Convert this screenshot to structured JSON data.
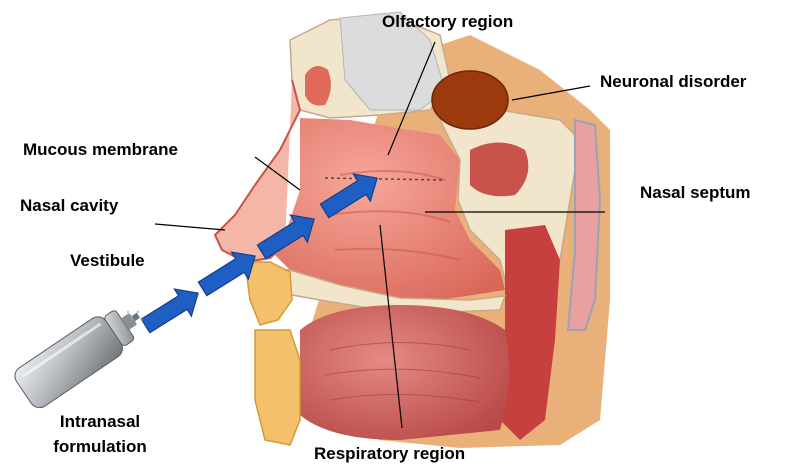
{
  "labels": {
    "olfactory_region": "Olfactory region",
    "neuronal_disorder": "Neuronal disorder",
    "mucous_membrane": "Mucous membrane",
    "nasal_cavity": "Nasal cavity",
    "nasal_septum": "Nasal septum",
    "vestibule": "Vestibule",
    "intranasal_formulation_line1": "Intranasal",
    "intranasal_formulation_line2": "formulation",
    "respiratory_region": "Respiratory region"
  },
  "icons": {
    "spray": "spray-can-icon",
    "delivery_arrows": "arrow-right-icon",
    "disorder_marker": "ellipse-icon"
  },
  "colors": {
    "arrow_fill": "#1f5fc4",
    "arrow_stroke": "#143f8a",
    "disorder_fill": "#9c3a0e",
    "tissue_base": "#e8857a",
    "tissue_dark": "#c9534a",
    "tissue_light": "#f4b6a6",
    "bone": "#f1e6cc",
    "skin": "#eab07a",
    "spray_can": "#b8bcc0"
  }
}
